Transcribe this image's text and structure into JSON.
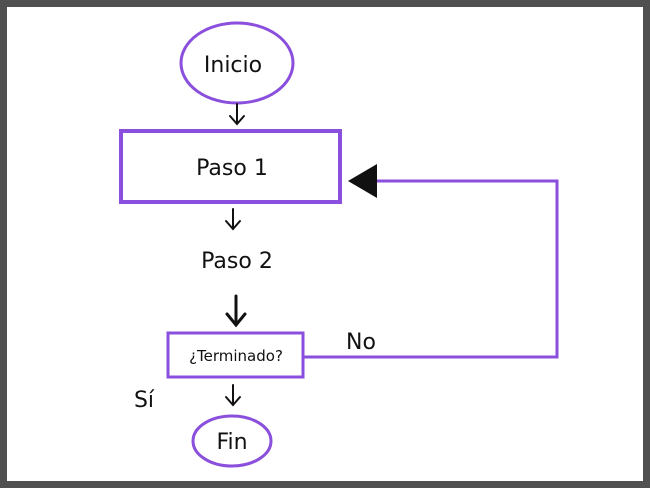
{
  "colors": {
    "accent": "#8a4fdc",
    "frame": "#505050",
    "text": "#111111"
  },
  "nodes": {
    "start": {
      "label": "Inicio",
      "shape": "ellipse"
    },
    "step1": {
      "label": "Paso 1",
      "shape": "rectangle"
    },
    "step2": {
      "label": "Paso 2",
      "shape": "text"
    },
    "decision": {
      "label": "¿Terminado?",
      "shape": "rectangle"
    },
    "end": {
      "label": "Fin",
      "shape": "ellipse"
    }
  },
  "edge_labels": {
    "no": "No",
    "yes": "Sí"
  },
  "edges": [
    {
      "from": "start",
      "to": "step1"
    },
    {
      "from": "step1",
      "to": "step2"
    },
    {
      "from": "step2",
      "to": "decision"
    },
    {
      "from": "decision",
      "to": "end",
      "label": "Sí"
    },
    {
      "from": "decision",
      "to": "step1",
      "label": "No"
    }
  ]
}
